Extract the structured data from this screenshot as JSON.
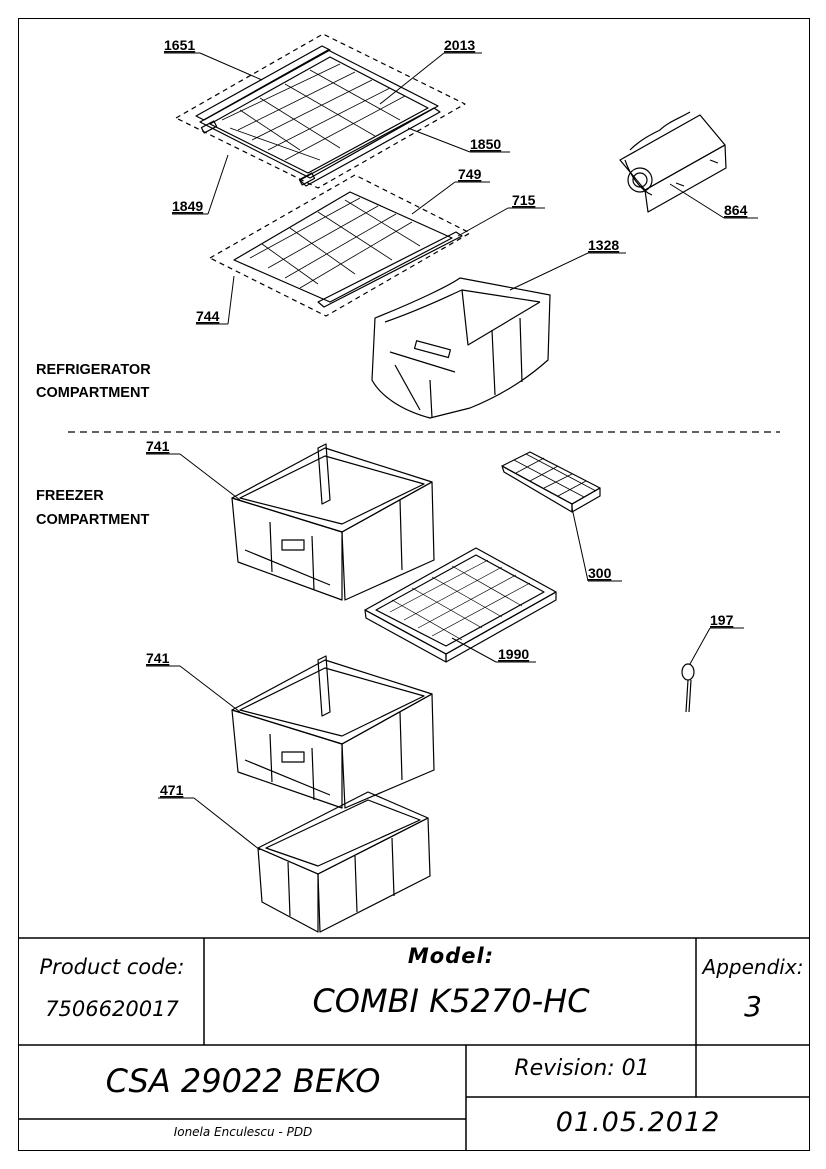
{
  "sections": {
    "refrigerator": [
      "REFRIGERATOR",
      "COMPARTMENT"
    ],
    "freezer": [
      "FREEZER",
      "COMPARTMENT"
    ]
  },
  "parts": {
    "p1651": "1651",
    "p2013": "2013",
    "p1850": "1850",
    "p1849": "1849",
    "p749": "749",
    "p715": "715",
    "p744": "744",
    "p864": "864",
    "p1328": "1328",
    "p741a": "741",
    "p300": "300",
    "p1990": "1990",
    "p197": "197",
    "p741b": "741",
    "p471": "471"
  },
  "title_block": {
    "product_code_label": "Product code:",
    "product_code": "7506620017",
    "model_label": "Model:",
    "model": "COMBI K5270-HC",
    "appendix_label": "Appendix:",
    "appendix": "3",
    "document": "CSA 29022 BEKO",
    "revision": "Revision: 01",
    "author": "Ionela Enculescu - PDD",
    "date": "01.05.2012"
  }
}
